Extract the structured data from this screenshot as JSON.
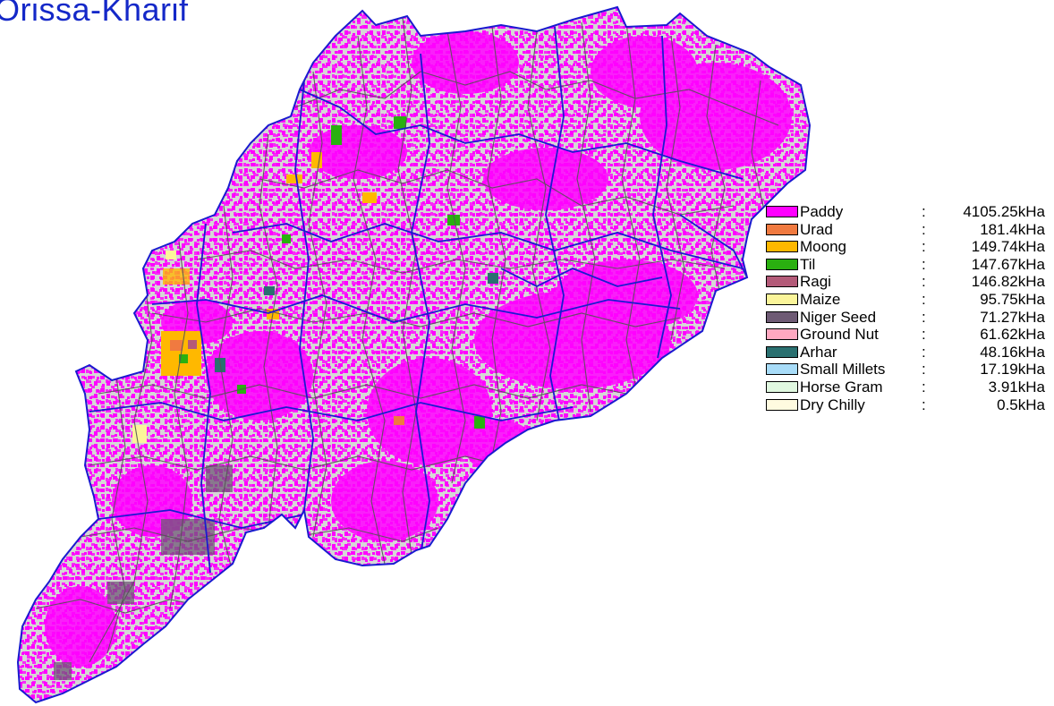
{
  "title": "Orissa-Kharif",
  "map": {
    "land_color": "#d6d6d6",
    "district_border_color": "#1a1ad0",
    "block_border_color": "#555555",
    "dominant_crop_color": "#ff00ff"
  },
  "legend": {
    "items": [
      {
        "name": "Paddy",
        "value": "4105.25kHa",
        "color": "#ff00ff"
      },
      {
        "name": "Urad",
        "value": "181.4kHa",
        "color": "#f07a40"
      },
      {
        "name": "Moong",
        "value": "149.74kHa",
        "color": "#ffb800"
      },
      {
        "name": "Til",
        "value": "147.67kHa",
        "color": "#2ab010"
      },
      {
        "name": "Ragi",
        "value": "146.82kHa",
        "color": "#b35a78"
      },
      {
        "name": "Maize",
        "value": "95.75kHa",
        "color": "#fbf59a"
      },
      {
        "name": "Niger Seed",
        "value": "71.27kHa",
        "color": "#6e5a74"
      },
      {
        "name": "Ground Nut",
        "value": "61.62kHa",
        "color": "#ffa8c0"
      },
      {
        "name": "Arhar",
        "value": "48.16kHa",
        "color": "#2a7070"
      },
      {
        "name": "Small Millets",
        "value": "17.19kHa",
        "color": "#a8dcf8"
      },
      {
        "name": "Horse Gram",
        "value": "3.91kHa",
        "color": "#e0f8e0"
      },
      {
        "name": "Dry Chilly",
        "value": "0.5kHa",
        "color": "#fffbe0"
      }
    ]
  }
}
